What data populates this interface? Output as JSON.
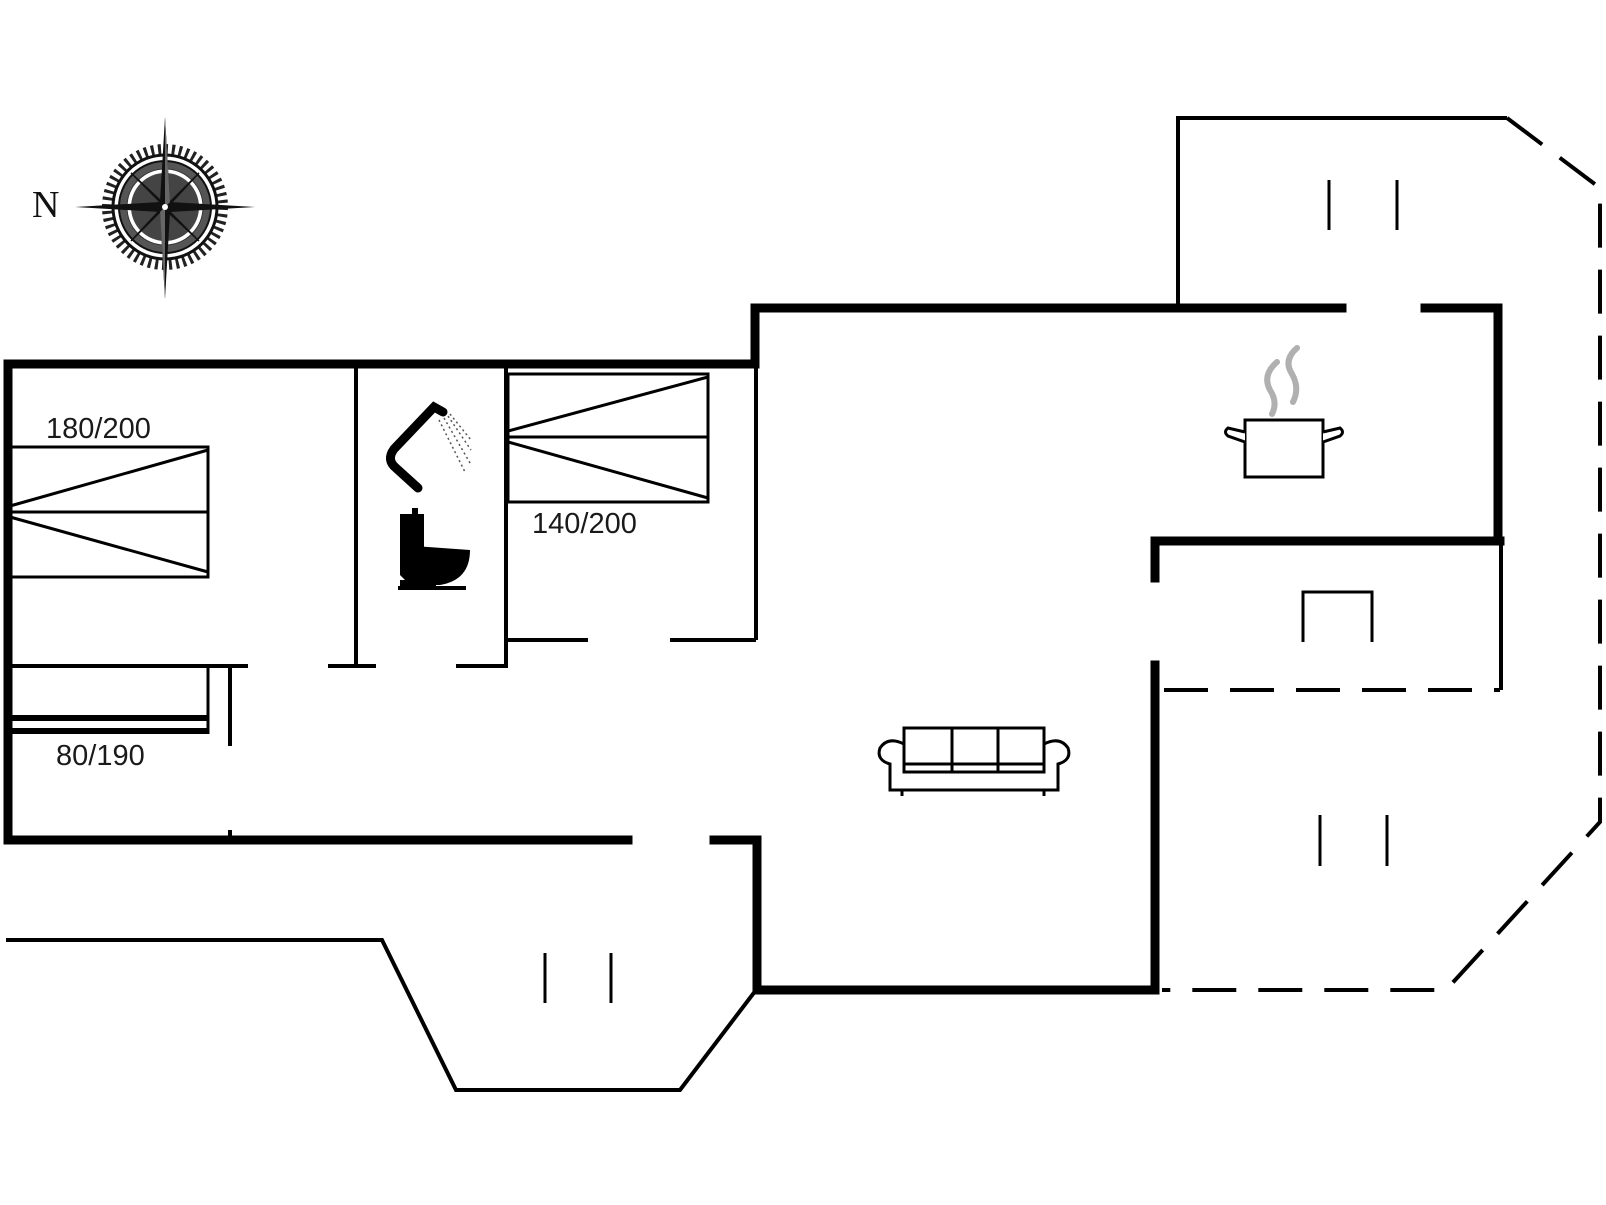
{
  "diagram": {
    "type": "floor-plan",
    "compass": {
      "direction_label": "N",
      "icon": "compass-rose-icon"
    },
    "beds": [
      {
        "label": "180/200",
        "room": "bedroom-1",
        "kind": "double-bed"
      },
      {
        "label": "140/200",
        "room": "bedroom-2",
        "kind": "double-bed"
      },
      {
        "label": "80/190",
        "room": "bedroom-1",
        "kind": "single-bed"
      }
    ],
    "fixtures": [
      {
        "icon": "shower-icon",
        "room": "bathroom"
      },
      {
        "icon": "toilet-icon",
        "room": "bathroom"
      },
      {
        "icon": "cooking-pot-icon",
        "room": "kitchen"
      },
      {
        "icon": "sofa-icon",
        "room": "living-room"
      }
    ],
    "terraces": [
      {
        "name": "north-east-terrace",
        "boundary": "solid-and-dashed"
      },
      {
        "name": "east-terrace",
        "boundary": "dashed"
      },
      {
        "name": "south-terrace",
        "boundary": "solid"
      }
    ],
    "colors": {
      "wall": "#000000",
      "background": "#ffffff",
      "steam": "#b0b0b0",
      "text": "#1a1a1a"
    }
  }
}
